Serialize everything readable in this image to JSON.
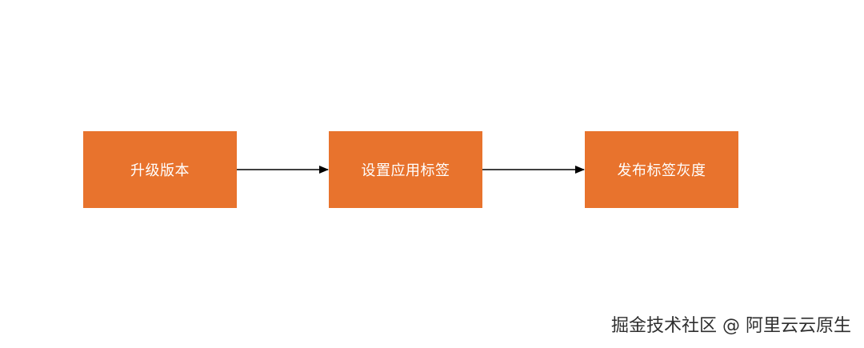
{
  "diagram": {
    "nodes": [
      {
        "id": "upgrade-version",
        "label": "升级版本"
      },
      {
        "id": "set-app-label",
        "label": "设置应用标签"
      },
      {
        "id": "publish-label-gray",
        "label": "发布标签灰度"
      }
    ],
    "edges": [
      {
        "from": "upgrade-version",
        "to": "set-app-label"
      },
      {
        "from": "set-app-label",
        "to": "publish-label-gray"
      }
    ],
    "colors": {
      "node_fill": "#e8732d",
      "node_text": "#ffffff",
      "edge": "#000000"
    }
  },
  "watermark": {
    "text": "掘金技术社区 @ 阿里云云原生"
  }
}
